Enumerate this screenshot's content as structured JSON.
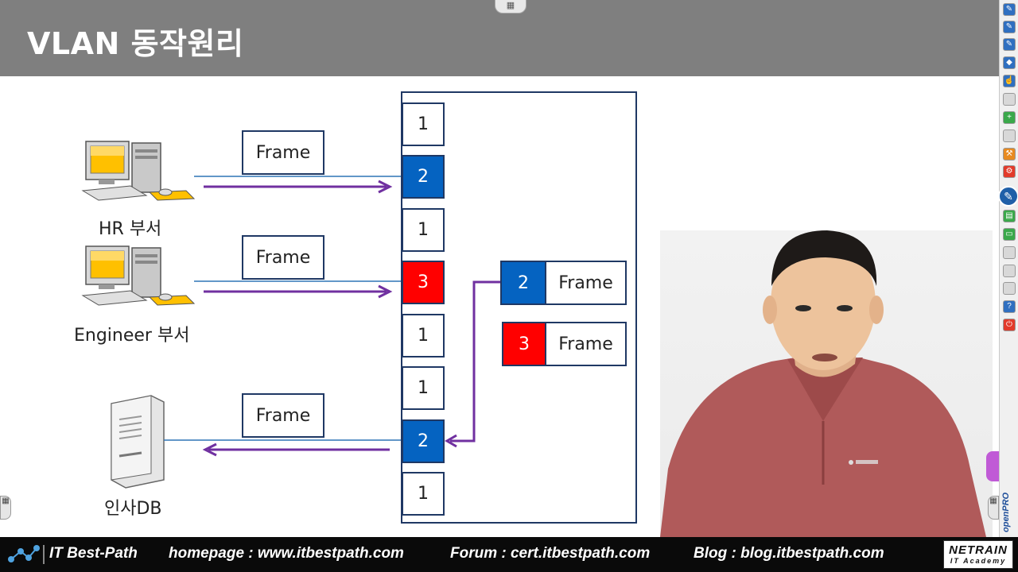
{
  "slide": {
    "title": "VLAN 동작원리",
    "frame_label": "Frame",
    "hosts": {
      "hr_label": "HR 부서",
      "engineer_label": "Engineer 부서",
      "db_label": "인사DB"
    },
    "switch_ports": [
      "1",
      "2",
      "1",
      "3",
      "1",
      "1",
      "2",
      "1"
    ],
    "legend": [
      {
        "vlan": "2",
        "label": "Frame"
      },
      {
        "vlan": "3",
        "label": "Frame"
      }
    ]
  },
  "colors": {
    "vlan2": "#0563c1",
    "vlan3": "#ff0000",
    "arrow": "#7030a0",
    "border": "#1f3864",
    "header": "#7f7f7f"
  },
  "footer": {
    "brand": "IT Best-Path",
    "homepage": "homepage : www.itbestpath.com",
    "forum": "Forum : cert.itbestpath.com",
    "blog": "Blog : blog.itbestpath.com",
    "logo_top": "NETRAIN",
    "logo_bottom": "IT Academy"
  },
  "toolbar": {
    "icons": [
      "pen-icon",
      "brush-icon",
      "marker-icon",
      "eraser-icon",
      "pointer-icon",
      "blank-icon",
      "add-page-icon",
      "blank-icon",
      "wrench-icon",
      "gear-icon",
      "edit-icon",
      "new-page-icon",
      "folder-icon",
      "mail-icon",
      "mail-icon",
      "mail-icon",
      "help-icon",
      "power-icon"
    ],
    "brand_vertical": "openPRO"
  }
}
